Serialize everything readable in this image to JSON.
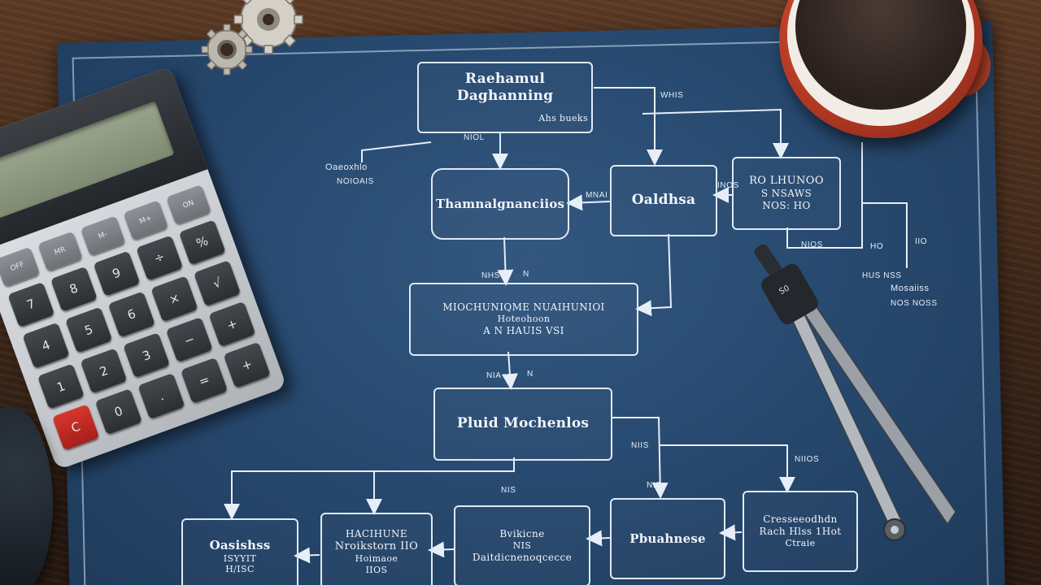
{
  "scene": {
    "description_tag": "blueprint-flowchart-desk",
    "colors": {
      "blueprint": "#284a70",
      "line": "#dfe9f4",
      "desk": "#4a2f1e",
      "mug": "#c0442b",
      "calculator_body": "#d3d6da"
    }
  },
  "flowchart": {
    "top_box": {
      "main": "Raehamul Daghanning",
      "sub": "Ahs bueks"
    },
    "left_box": {
      "main": "Thamnalgnanciios"
    },
    "center_box": {
      "main": "Oaldhsa"
    },
    "right_box": {
      "lines": [
        "RO LHUNOO",
        "S NSAWS",
        "NOS: HO"
      ]
    },
    "mid_box": {
      "lines": [
        "MIOCHUNIQME NUAIHUNIOI",
        "Hoteohoon",
        "A N HAUIS VSI"
      ]
    },
    "hub_box": {
      "main": "Pluid Mochenlos"
    },
    "bottom_boxes": [
      {
        "lines": [
          "Oasishss",
          "ISYYIT",
          "H/ISC"
        ]
      },
      {
        "lines": [
          "HACIHUNE",
          "Nroikstorn IIO",
          "Hoimaoe",
          "IIOS"
        ]
      },
      {
        "lines": [
          "Bvikicne",
          "NIS",
          "Daitdicnenoqcecce"
        ]
      },
      {
        "main": "Pbuahnese"
      },
      {
        "lines": [
          "Cresseeodhdn",
          "Rach Hlss 1Hot",
          "Ctraie"
        ]
      }
    ],
    "labels": {
      "left_note": [
        "Oaeoxhlo",
        "NOIOAIS"
      ],
      "top_right_small": "WHIS",
      "top_left_small": "NIOL",
      "center_mid_left": "MNAI",
      "center_mid_right": "INOS",
      "right_bottom_small": "NIOS",
      "far_right": [
        "HO",
        "IIO",
        "HUS NSS",
        "Mosaiiss",
        "NOS NOSS"
      ],
      "mid_arrow_left": "NHS",
      "mid_arrow_right": "N",
      "hub_arrow_left": "NIA",
      "hub_arrow_right": "N",
      "hub_right_small": "NIIS",
      "hub_far_right": "NIIOS",
      "hub_below": "NIS",
      "hub_right_lower": "NIS"
    }
  },
  "calculator": {
    "keys": [
      "OFF",
      "MR",
      "M-",
      "M+",
      "ON",
      "7",
      "8",
      "9",
      "÷",
      "%",
      "4",
      "5",
      "6",
      "×",
      "√",
      "1",
      "2",
      "3",
      "−",
      "+",
      "C",
      "0",
      ".",
      "=",
      "+"
    ]
  },
  "compass": {
    "label": "S0"
  }
}
